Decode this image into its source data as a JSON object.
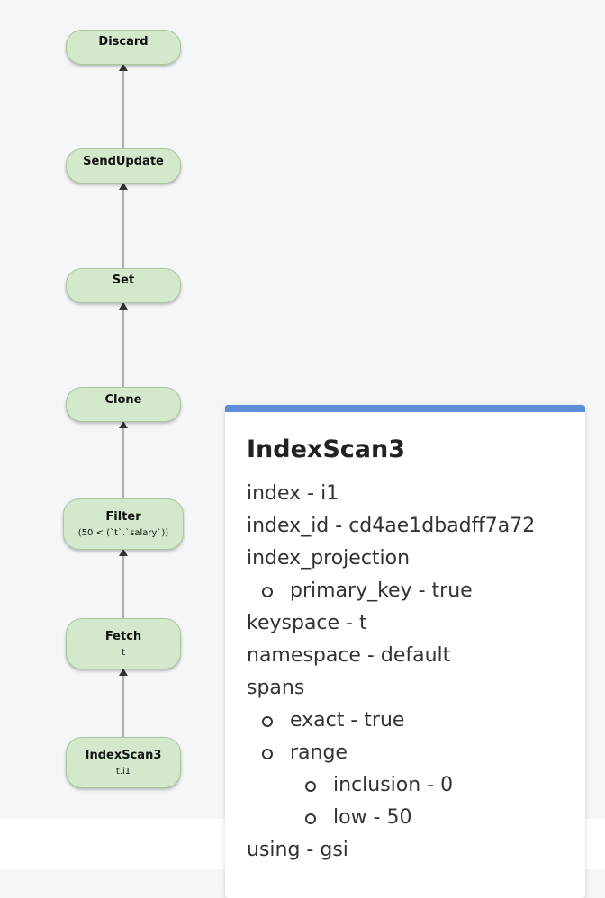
{
  "plan_nodes": [
    {
      "id": "discard",
      "title": "Discard"
    },
    {
      "id": "sendupdate",
      "title": "SendUpdate"
    },
    {
      "id": "set",
      "title": "Set"
    },
    {
      "id": "clone",
      "title": "Clone"
    },
    {
      "id": "filter",
      "title": "Filter",
      "detail": "(50 < (`t`.`salary`))"
    },
    {
      "id": "fetch",
      "title": "Fetch",
      "detail": "t"
    },
    {
      "id": "indexscan3",
      "title": "IndexScan3",
      "detail": "t.i1"
    }
  ],
  "details": {
    "title": "IndexScan3",
    "index": "index - i1",
    "index_id": "index_id - cd4ae1dbadff7a72",
    "index_projection": "index_projection",
    "primary_key": "primary_key - true",
    "keyspace": "keyspace - t",
    "namespace": "namespace - default",
    "spans": "spans",
    "exact": "exact - true",
    "range": "range",
    "inclusion": "inclusion - 0",
    "low": "low - 50",
    "using": "using - gsi"
  },
  "colors": {
    "node_fill": "#d4e8cc",
    "node_border": "#a9c79e",
    "panel_accent": "#5b8dd9",
    "edge": "#555555"
  }
}
